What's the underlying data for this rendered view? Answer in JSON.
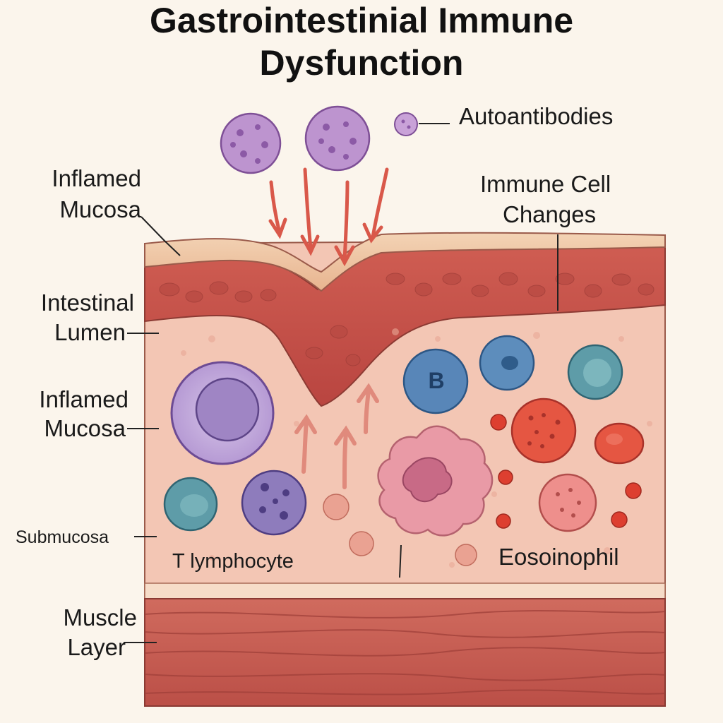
{
  "title": {
    "line1": "Gastrointestinial Immune",
    "line2": "Dysfunction"
  },
  "labels": {
    "autoantibodies": "Autoantibodies",
    "immune_cell_changes": [
      "Immune Cell",
      "Changes"
    ],
    "inflamed_mucosa_top": [
      "Inflamed",
      "Mucosa"
    ],
    "intestinal_lumen": [
      "Intestinal",
      "Lumen"
    ],
    "inflamed_mucosa_mid": [
      "Inflamed",
      "Mucosa"
    ],
    "submucosa": "Submucosa",
    "t_lymphocyte": "T lymphocyte",
    "eosinophil": "Eosoinophil",
    "muscle_layer": [
      "Muscle",
      "Layer"
    ],
    "b_cell_letter": "B"
  },
  "colors": {
    "background": "#fbf5ec",
    "mucosa_surface": "#f0c7a6",
    "inflamed_band": "#c9534a",
    "lamina": "#f3c3b2",
    "submucosa_band": "#f5d4c0",
    "muscle": "#c85a50",
    "purple_cell": "#b48fc8",
    "blue_cell": "#5a86b4",
    "teal_cell": "#5c9aa6",
    "red_cell": "#e4503e",
    "pink_cell": "#e89aa6",
    "arrow": "#d9584a"
  }
}
